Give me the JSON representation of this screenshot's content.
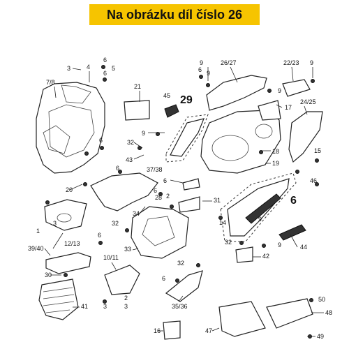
{
  "banner": {
    "title": "Na obrázku díl číslo 26",
    "color": "#f6c400"
  },
  "callouts": [
    {
      "id": "c-6a",
      "text": "6"
    },
    {
      "id": "c-9a",
      "text": "9"
    },
    {
      "id": "c-26-27",
      "text": "26/27"
    },
    {
      "id": "c-22-23",
      "text": "22/23"
    },
    {
      "id": "c-9b",
      "text": "9"
    },
    {
      "id": "c-3a",
      "text": "3"
    },
    {
      "id": "c-4",
      "text": "4"
    },
    {
      "id": "c-6b",
      "text": "6"
    },
    {
      "id": "c-5",
      "text": "5"
    },
    {
      "id": "c-7-8",
      "text": "7/8"
    },
    {
      "id": "c-21",
      "text": "21"
    },
    {
      "id": "c-6c",
      "text": "6"
    },
    {
      "id": "c-9c",
      "text": "9"
    },
    {
      "id": "c-9d",
      "text": "9"
    },
    {
      "id": "c-45",
      "text": "45"
    },
    {
      "id": "c-29",
      "text": "29"
    },
    {
      "id": "c-17",
      "text": "17"
    },
    {
      "id": "c-24-25",
      "text": "24/25"
    },
    {
      "id": "c-9e",
      "text": "9"
    },
    {
      "id": "c-32a",
      "text": "32"
    },
    {
      "id": "c-6d",
      "text": "6"
    },
    {
      "id": "c-18",
      "text": "18"
    },
    {
      "id": "c-15",
      "text": "15"
    },
    {
      "id": "c-43",
      "text": "43"
    },
    {
      "id": "c-19",
      "text": "19"
    },
    {
      "id": "c-6e",
      "text": "6"
    },
    {
      "id": "c-37-38",
      "text": "37/38"
    },
    {
      "id": "c-6f",
      "text": "6"
    },
    {
      "id": "c-20",
      "text": "20"
    },
    {
      "id": "c-6g",
      "text": "6"
    },
    {
      "id": "c-6h",
      "text": "6"
    },
    {
      "id": "c-46",
      "text": "46"
    },
    {
      "id": "c-2",
      "text": "2"
    },
    {
      "id": "c-28",
      "text": "28"
    },
    {
      "id": "c-31",
      "text": "31"
    },
    {
      "id": "c-34",
      "text": "34"
    },
    {
      "id": "c-14",
      "text": "14"
    },
    {
      "id": "c-1",
      "text": "1"
    },
    {
      "id": "c-3b",
      "text": "3"
    },
    {
      "id": "c-9f",
      "text": "9"
    },
    {
      "id": "c-44",
      "text": "44"
    },
    {
      "id": "c-12-13",
      "text": "12/13"
    },
    {
      "id": "c-32b",
      "text": "32"
    },
    {
      "id": "c-32c",
      "text": "32"
    },
    {
      "id": "c-9g",
      "text": "9"
    },
    {
      "id": "c-6i",
      "text": "6"
    },
    {
      "id": "c-33",
      "text": "33"
    },
    {
      "id": "c-39-40",
      "text": "39/40"
    },
    {
      "id": "c-10-11",
      "text": "10/11"
    },
    {
      "id": "c-42",
      "text": "42"
    },
    {
      "id": "c-32d",
      "text": "32"
    },
    {
      "id": "c-30",
      "text": "30"
    },
    {
      "id": "c-6j",
      "text": "6"
    },
    {
      "id": "c-3c",
      "text": "3"
    },
    {
      "id": "c-41",
      "text": "41"
    },
    {
      "id": "c-3d",
      "text": "3"
    },
    {
      "id": "c-2b",
      "text": "2"
    },
    {
      "id": "c-35-36",
      "text": "35/36"
    },
    {
      "id": "c-50",
      "text": "50"
    },
    {
      "id": "c-48",
      "text": "48"
    },
    {
      "id": "c-16",
      "text": "16"
    },
    {
      "id": "c-47",
      "text": "47"
    },
    {
      "id": "c-49",
      "text": "49"
    }
  ]
}
